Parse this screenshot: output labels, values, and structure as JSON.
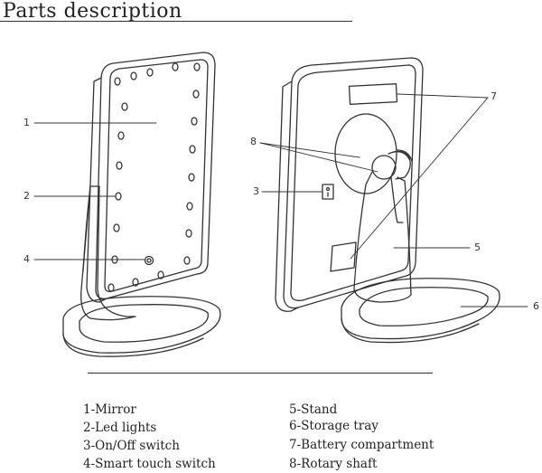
{
  "header": {
    "title": "Parts description"
  },
  "callouts": {
    "left": [
      {
        "id": "c1",
        "label": "1"
      },
      {
        "id": "c2",
        "label": "2"
      },
      {
        "id": "c4",
        "label": "4"
      }
    ],
    "right": [
      {
        "id": "c8",
        "label": "8"
      },
      {
        "id": "c3",
        "label": "3"
      },
      {
        "id": "c7",
        "label": "7"
      },
      {
        "id": "c5",
        "label": "5"
      },
      {
        "id": "c6",
        "label": "6"
      }
    ]
  },
  "legend": {
    "left_column": [
      "1-Mirror",
      "2-Led lights",
      "3-On/Off switch",
      "4-Smart touch switch"
    ],
    "right_column": [
      "5-Stand",
      "6-Storage tray",
      "7-Battery compartment",
      "8-Rotary shaft"
    ]
  },
  "colors": {
    "line": "#333333",
    "text": "#222222",
    "background": "#ffffff"
  }
}
